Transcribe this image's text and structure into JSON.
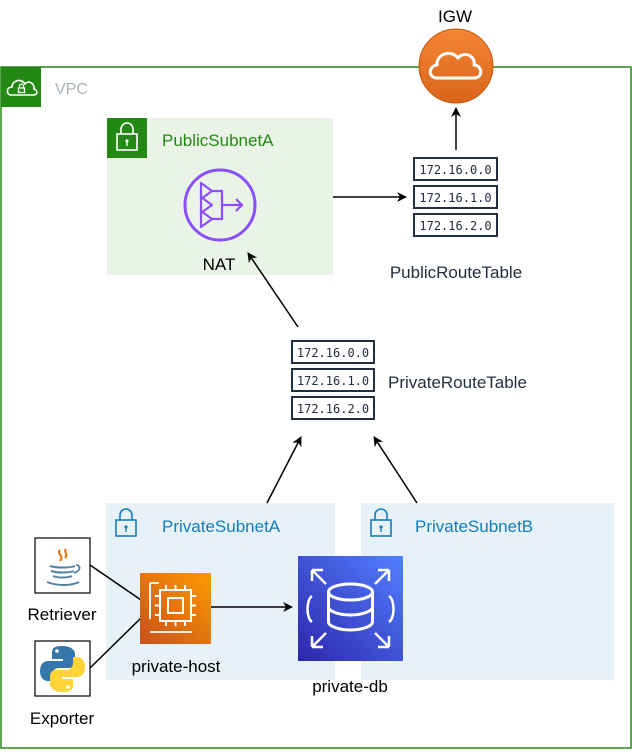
{
  "vpc": {
    "label": "VPC"
  },
  "igw": {
    "label": "IGW"
  },
  "public_subnet_a": {
    "label": "PublicSubnetA"
  },
  "nat": {
    "label": "NAT"
  },
  "public_route_table": {
    "label": "PublicRouteTable",
    "routes": [
      "172.16.0.0",
      "172.16.1.0",
      "172.16.2.0"
    ]
  },
  "private_route_table": {
    "label": "PrivateRouteTable",
    "routes": [
      "172.16.0.0",
      "172.16.1.0",
      "172.16.2.0"
    ]
  },
  "private_subnet_a": {
    "label": "PrivateSubnetA"
  },
  "private_subnet_b": {
    "label": "PrivateSubnetB"
  },
  "retriever": {
    "label": "Retriever"
  },
  "exporter": {
    "label": "Exporter"
  },
  "private_host": {
    "label": "private-host"
  },
  "private_db": {
    "label": "private-db"
  },
  "colors": {
    "vpc_border": "#248814",
    "public_subnet_fill": "#E9F3E6",
    "public_subnet_accent": "#248814",
    "private_subnet_fill": "#E6F2F8",
    "private_subnet_accent": "#147EBA",
    "nat_purple": "#8C4FFF",
    "ec2_orange": "#ED7100",
    "rds_blue": "#3B48CC",
    "igw_orange": "#E8721A"
  }
}
